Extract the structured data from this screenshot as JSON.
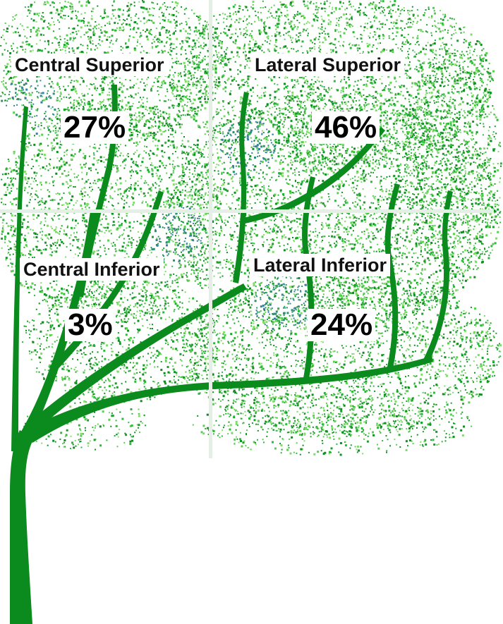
{
  "colors": {
    "trunk": "#0b8a1e",
    "foliage": [
      "#0f8f22",
      "#1a9e2c",
      "#2db83c",
      "#58cf4e",
      "#7fdc6a",
      "#2f8f6f",
      "#3a7f9e"
    ],
    "divider": "#e6efe6"
  },
  "quadrants": [
    {
      "id": "central-superior",
      "label": "Central Superior",
      "percent": "27%"
    },
    {
      "id": "lateral-superior",
      "label": "Lateral Superior",
      "percent": "46%"
    },
    {
      "id": "central-inferior",
      "label": "Central Inferior",
      "percent": "3%"
    },
    {
      "id": "lateral-inferior",
      "label": "Lateral Inferior",
      "percent": "24%"
    }
  ]
}
